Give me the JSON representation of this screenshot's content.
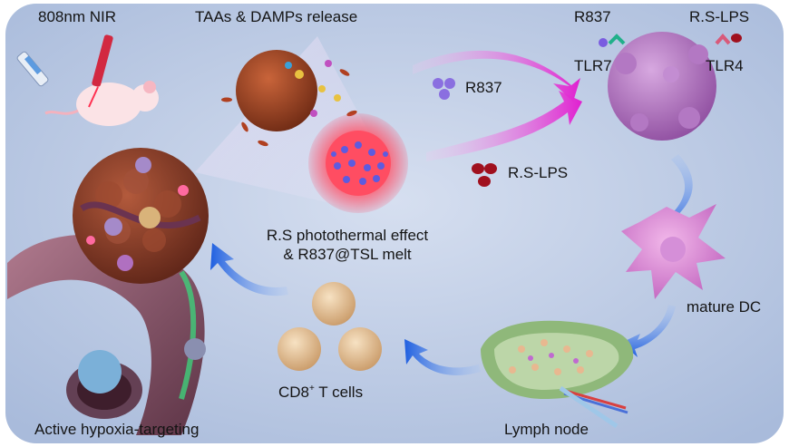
{
  "labels": {
    "nir": "808nm NIR",
    "release": "TAAs & DAMPs release",
    "r837_top": "R837",
    "rslps_top": "R.S-LPS",
    "tlr7": "TLR7",
    "tlr4": "TLR4",
    "r837_particles": "R837",
    "rslps_particles": "R.S-LPS",
    "photothermal_line1": "R.S photothermal effect",
    "photothermal_line2": "& R837@TSL melt",
    "mature_dc": "mature DC",
    "cd8_main": "CD8",
    "cd8_sup": "+",
    "cd8_rest": " T cells",
    "lymph_node": "Lymph node",
    "hypoxia": "Active hypoxia-targeting"
  },
  "colors": {
    "background_inner": "#c9d4ea",
    "background_outer": "#aebfdd",
    "arrow_blue": "#2f6fe8",
    "arrow_magenta": "#e22fd6",
    "r837_particle": "#8a6fe0",
    "rslps_particle": "#a0101e",
    "tumor": "#8a3b2a",
    "dc_cell": "#a86ab5",
    "t_cell": "#e8c9a0"
  }
}
